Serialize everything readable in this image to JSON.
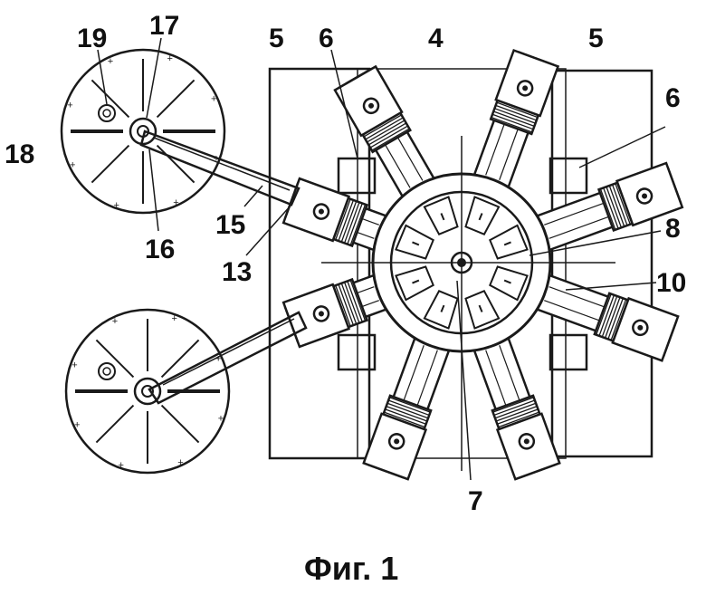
{
  "figure": {
    "caption": "Фиг. 1",
    "labels": {
      "l19": "19",
      "l17": "17",
      "l5a": "5",
      "l6a": "6",
      "l4": "4",
      "l5b": "5",
      "l6b": "6",
      "l18": "18",
      "l8": "8",
      "l15": "15",
      "l16": "16",
      "l13": "13",
      "l10": "10",
      "l7": "7"
    }
  }
}
